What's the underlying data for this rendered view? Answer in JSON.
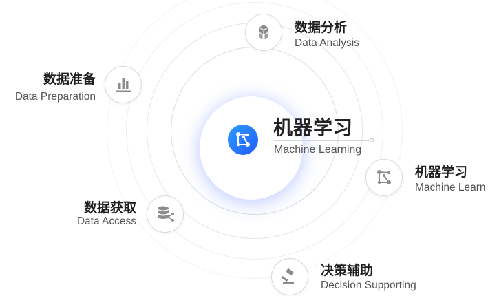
{
  "center": {
    "title": "机器学习",
    "subtitle": "Machine Learning",
    "icon": "ml-graph-icon",
    "accent_color": "#1f6bff"
  },
  "nodes": [
    {
      "id": "data-analysis",
      "title": "数据分析",
      "subtitle": "Data Analysis",
      "icon": "cube-icon"
    },
    {
      "id": "data-preparation",
      "title": "数据准备",
      "subtitle": "Data Preparation",
      "icon": "bar-chart-icon"
    },
    {
      "id": "machine-learning",
      "title": "机器学习",
      "subtitle": "Machine Learn",
      "icon": "ml-graph-icon"
    },
    {
      "id": "data-access",
      "title": "数据获取",
      "subtitle": "Data Access",
      "icon": "database-icon"
    },
    {
      "id": "decision-support",
      "title": "决策辅助",
      "subtitle": "Decision Supporting",
      "icon": "gavel-icon"
    }
  ],
  "colors": {
    "icon_gray": "#8c8c8c",
    "ring": "#e6e6e6",
    "glow": "#4d6eff"
  }
}
